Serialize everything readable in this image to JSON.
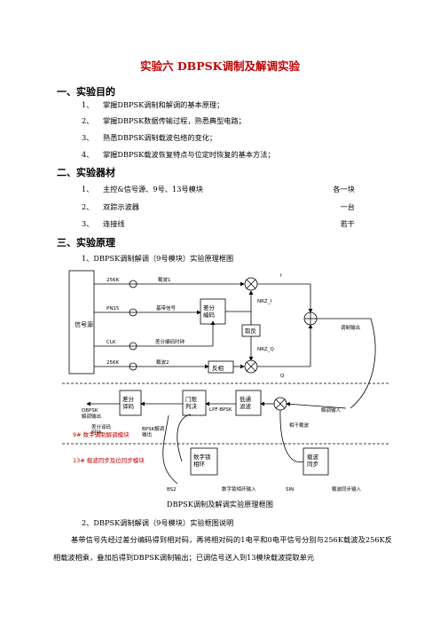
{
  "title": "实验六 DBPSK调制及解调实验",
  "sections": {
    "purpose": {
      "heading": "一、实验目的",
      "items": [
        {
          "num": "1、",
          "text": "掌握DBPSK调制和解调的基本原理；"
        },
        {
          "num": "2、",
          "text": "掌握DBPSK数据传输过程，熟悉典型电路；"
        },
        {
          "num": "3、",
          "text": "熟悉DBPSK调制载波包络的变化；"
        },
        {
          "num": "4、",
          "text": "掌握DBPSK载波恢复特点与位定时恢复的基本方法；"
        }
      ]
    },
    "equipment": {
      "heading": "二、实验器材",
      "items": [
        {
          "num": "1、",
          "text": "主控&信号源、9号、13号模块",
          "qty": "各一块"
        },
        {
          "num": "2、",
          "text": "双踪示波器",
          "qty": "一台"
        },
        {
          "num": "3、",
          "text": "连接线",
          "qty": "若干"
        }
      ]
    },
    "principle": {
      "heading": "三、实验原理",
      "sub1": "1、DBPSK调制解调（9号模块）实验原理框图",
      "caption": "DBPSK调制及解调实验原理框图",
      "sub2": "2、DBPSK调制解调（9号模块）实验框图说明",
      "paragraph": "基带信号先经过差分编码得到相对码，再将相对码的1电平和0电平信号分别与256K载波及256K反相载波相乘，叠加后得到DBPSK调制输出；已调信号送入到13模块载波提取单元"
    }
  },
  "diagram": {
    "signal_source": "信号源",
    "sig_256k": "256K",
    "carrier1": "载波1",
    "pn15": "PN15",
    "baseband": "基带信号",
    "clk": "CLK",
    "diff_clock": "差分编码时钟",
    "sig_256k_2": "256K",
    "carrier2": "载波2",
    "diff_encode": "差分\n编码",
    "invert1": "取反",
    "invert2": "反相",
    "nrz_i": "NRZ_I",
    "nrz_q": "NRZ_Q",
    "label_i": "I",
    "label_q": "Q",
    "mod_out": "调制输出",
    "diff_decode": "差分\n译码",
    "dbpsk_label": "DBPSK",
    "demod_out": "解调输出",
    "diff_decode_clock": "差分译码\n时钟",
    "dbpsk_demod_out": "BPSK解调\n输出",
    "threshold": "门限\n判决",
    "lpf": "LPF-BPSK",
    "lowpass": "低通\n滤波",
    "demod_in": "解调输入",
    "coherent_carrier": "相干载波",
    "module9": "9# 数字调制解调模块",
    "module13": "13# 载波同步及位同步模块",
    "bs2": "BS2",
    "digital_pll": "数字锁\n相环",
    "dpll_in": "数字锁相环输入",
    "sin": "SIN",
    "carrier_sync": "载波\n同步",
    "carrier_sync_in": "载波同步输入"
  }
}
